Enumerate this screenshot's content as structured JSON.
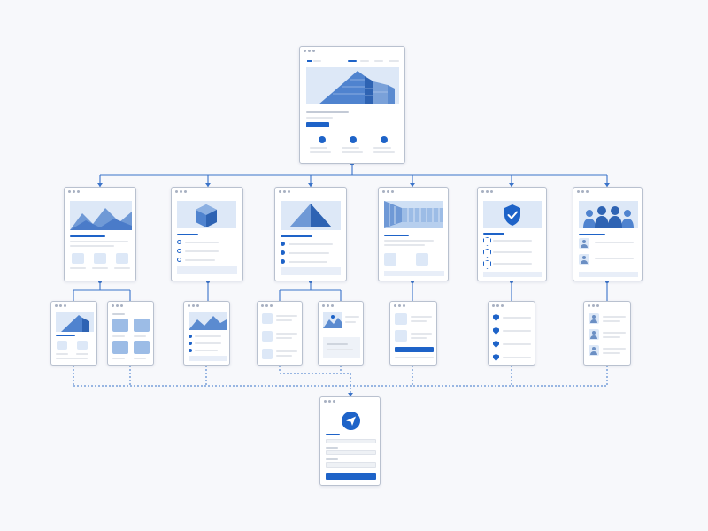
{
  "diagram": {
    "type": "sitemap",
    "levels": [
      {
        "level": 0,
        "pages": [
          "home"
        ]
      },
      {
        "level": 1,
        "pages": [
          "landscape",
          "product",
          "pyramid",
          "office",
          "security",
          "team"
        ]
      },
      {
        "level": 2,
        "pages": [
          "landscape-detail",
          "landscape-gallery",
          "product-detail",
          "pyramid-list",
          "pyramid-detail",
          "office-detail",
          "security-detail",
          "team-detail"
        ]
      },
      {
        "level": 3,
        "pages": [
          "contact"
        ]
      }
    ],
    "connection_styles": {
      "hierarchy": "solid",
      "to_contact": "dotted"
    }
  },
  "colors": {
    "accent": "#1e63c8",
    "light_fill": "#dde8f7",
    "connector": "#3a73c9",
    "frame_border": "#b9c1cf",
    "background": "#f7f8fb"
  },
  "icons": {
    "home": [
      "building-icon",
      "stats-icon",
      "grid-icon",
      "info-icon"
    ],
    "product": "cube-icon",
    "pyramid": "pyramid-icon",
    "security": "shield-check-icon",
    "team": "people-icon",
    "contact": "send-icon"
  }
}
